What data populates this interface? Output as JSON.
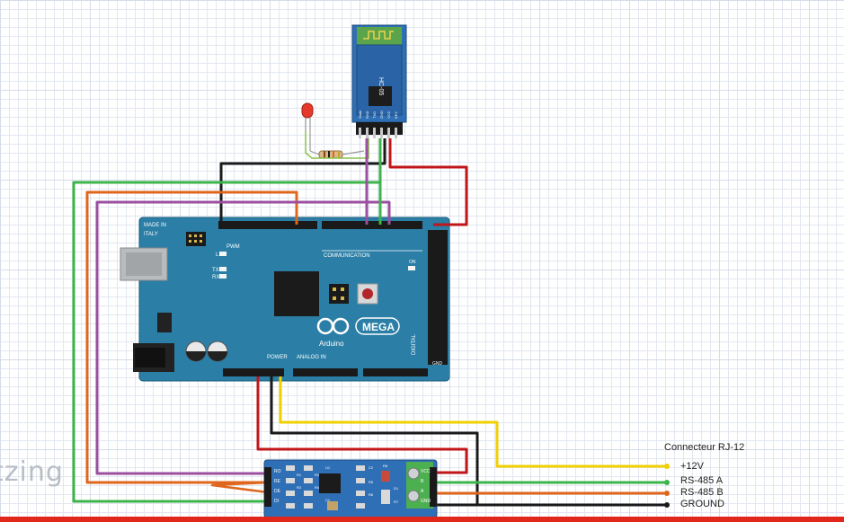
{
  "watermark": "tzing",
  "connector": {
    "title": "Connecteur RJ-12",
    "pins": [
      {
        "label": "+12V",
        "color": "#f2d000"
      },
      {
        "label": "RS-485 A",
        "color": "#3bb54a"
      },
      {
        "label": "RS-485 B",
        "color": "#e0661d"
      },
      {
        "label": "GROUND",
        "color": "#1a1a1a"
      }
    ]
  },
  "arduino": {
    "brand": "Arduino",
    "model": "MEGA",
    "made_in": "MADE IN",
    "country": "ITALY",
    "pwm": "PWM",
    "communication": "COMMUNICATION",
    "power": "POWER",
    "analog_in": "ANALOG IN",
    "digital": "DIGITAL",
    "tx": "TX",
    "rx": "RX",
    "l": "L",
    "on": "ON",
    "gnd": "GND"
  },
  "bluetooth": {
    "model": "HC-05",
    "pins": [
      "State",
      "RXD",
      "TXD",
      "GND",
      "VCC",
      "KEY"
    ]
  },
  "rs485": {
    "left_pins": [
      "RO",
      "RE",
      "DE",
      "DI"
    ],
    "right_pins": [
      "VCC",
      "B",
      "A",
      "GND"
    ],
    "parts": [
      "U1",
      "C1",
      "C2",
      "R1",
      "R2",
      "R3",
      "R4",
      "R5",
      "R6",
      "R7",
      "R8",
      "D1"
    ]
  },
  "wire_colors": {
    "red": "#c0161a",
    "black": "#1a1a1a",
    "green": "#3bb54a",
    "purple": "#9b4fa0",
    "orange": "#e0661d",
    "yellow": "#f2d000",
    "board": "#2b7ea6",
    "bt_board": "#2f6fb5"
  }
}
